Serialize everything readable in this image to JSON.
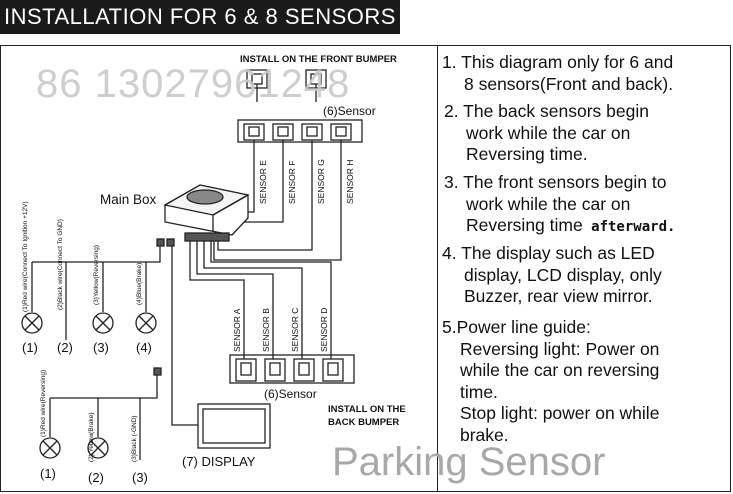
{
  "title": "INSTALLATION FOR 6 & 8 SENSORS",
  "watermark": "86 13027961248",
  "footer_watermark": "Parking Sensor",
  "front_bumper_label": "INSTALL ON THE FRONT BUMPER",
  "back_bumper_label": "INSTALL ON THE BACK BUMPER",
  "front_sensor_group_label": "(6)Sensor",
  "back_sensor_group_label": "(6)Sensor",
  "main_box_label": "Main Box",
  "display_label": "(7) DISPLAY",
  "front_sensors": [
    "SENSOR E",
    "SENSOR F",
    "SENSOR G",
    "SENSOR H"
  ],
  "back_sensors": [
    "SENSOR A",
    "SENSOR B",
    "SENSOR C",
    "SENSOR D"
  ],
  "power_wires_top": [
    {
      "label": "(1)Red wire(Connect To Ignition +12V)",
      "number": "(1)"
    },
    {
      "label": "(2)Black wire(Connect To GND)",
      "number": "(2)"
    },
    {
      "label": "(3)Yellow(Reversing)",
      "number": "(3)"
    },
    {
      "label": "(4)Blue(Brake)",
      "number": "(4)"
    }
  ],
  "power_wires_bottom": [
    {
      "label": "(1)Red wire(Reversing)",
      "number": "(1)"
    },
    {
      "label": "(2) Yellow(Brake)",
      "number": "(2)"
    },
    {
      "label": "(3)Black (-GND)",
      "number": "(3)"
    }
  ],
  "notes": [
    {
      "number": "1.",
      "lines": [
        "This diagram only for 6 and",
        "8  sensors(Front and back)."
      ]
    },
    {
      "number": "2.",
      "lines": [
        "The back sensors begin",
        "work while the car on",
        "Reversing time."
      ]
    },
    {
      "number": "3.",
      "lines": [
        "The  front sensors  begin to",
        "work  while the car on",
        "Reversing time"
      ],
      "trailing_bold": "afterward"
    },
    {
      "number": "4.",
      "lines": [
        "The display such as LED",
        "display, LCD display, only",
        "Buzzer, rear view mirror."
      ]
    },
    {
      "number": "5.",
      "lines": [
        "Power line guide:",
        "Reversing light: Power on",
        "while the car on reversing",
        "time.",
        "Stop light: power on while",
        "brake."
      ]
    }
  ]
}
